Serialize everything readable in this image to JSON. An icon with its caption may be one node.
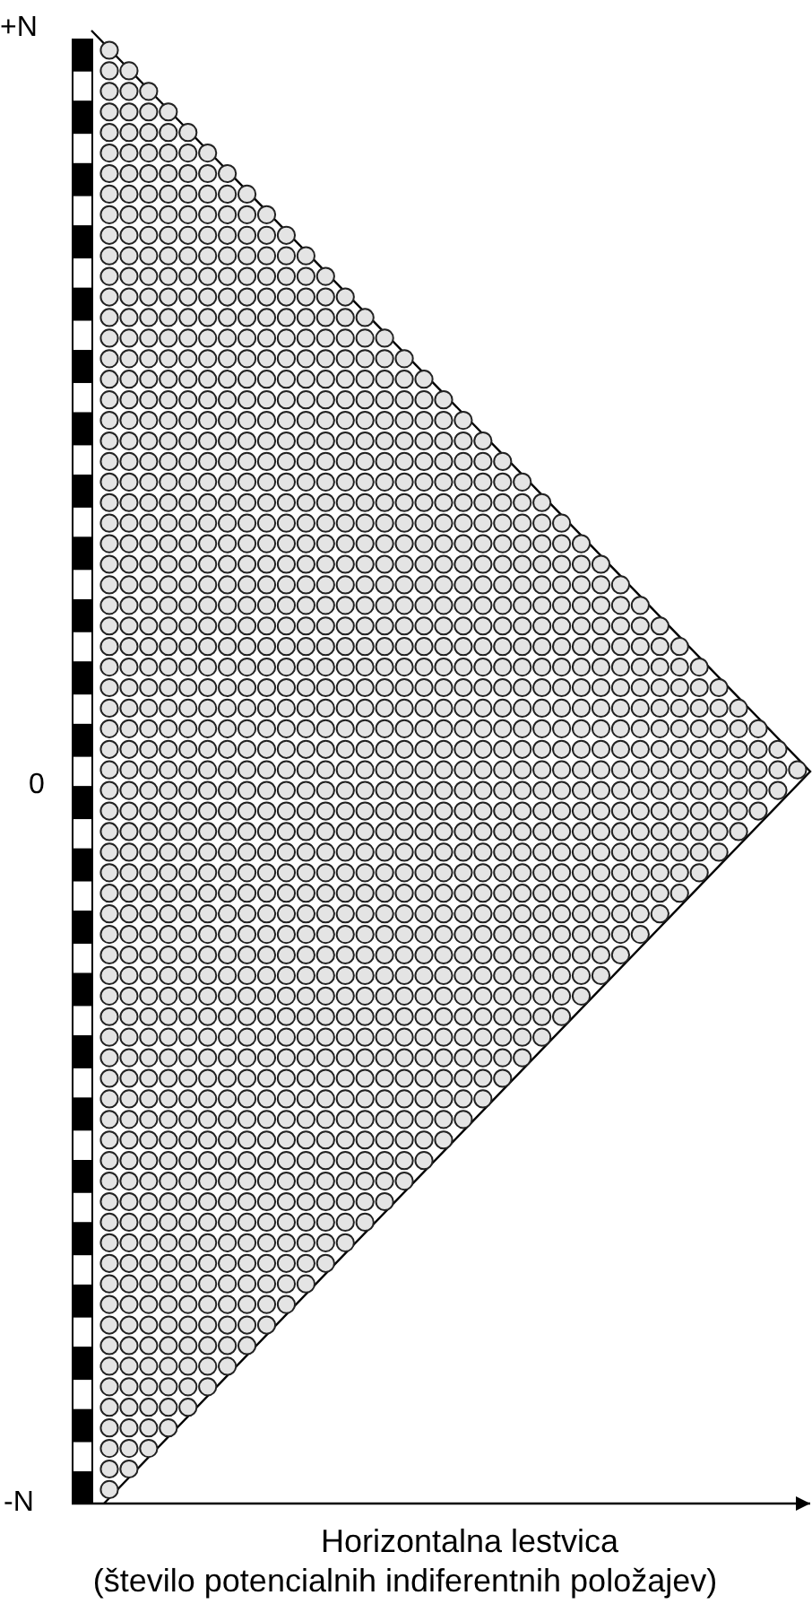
{
  "diagram": {
    "labels": [
      "+N",
      "0",
      "-N",
      "Horizontalna lestvica",
      "(število potencialnih indiferentnih položajev)"
    ]
  }
}
